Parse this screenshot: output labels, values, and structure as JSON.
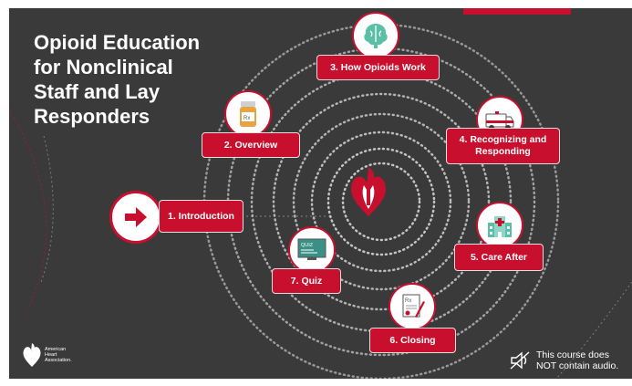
{
  "course_title": "Opioid Education\nfor Nonclinical\nStaff and Lay\nResponders",
  "modules": [
    {
      "id": "introduction",
      "label": "1. Introduction",
      "icon": "arrow-right-icon"
    },
    {
      "id": "overview",
      "label": "2. Overview",
      "icon": "pill-bottle-icon"
    },
    {
      "id": "how-opioids-work",
      "label": "3. How Opioids Work",
      "icon": "brain-icon"
    },
    {
      "id": "recognizing",
      "label": "4. Recognizing and Responding",
      "icon": "ambulance-icon"
    },
    {
      "id": "care-after",
      "label": "5. Care After",
      "icon": "hospital-icon"
    },
    {
      "id": "closing",
      "label": "6. Closing",
      "icon": "prescription-icon"
    },
    {
      "id": "quiz",
      "label": "7. Quiz",
      "icon": "quiz-board-icon"
    }
  ],
  "icon_labels": {
    "quiz": "QUIZ"
  },
  "footer": {
    "org_logo_text": "American\nHeart\nAssociation.",
    "audio_note": "This course does\nNOT contain audio.",
    "audio_icon": "speaker-muted-icon"
  },
  "colors": {
    "background": "#3a3a3a",
    "accent": "#c8102e",
    "text": "#ffffff"
  }
}
